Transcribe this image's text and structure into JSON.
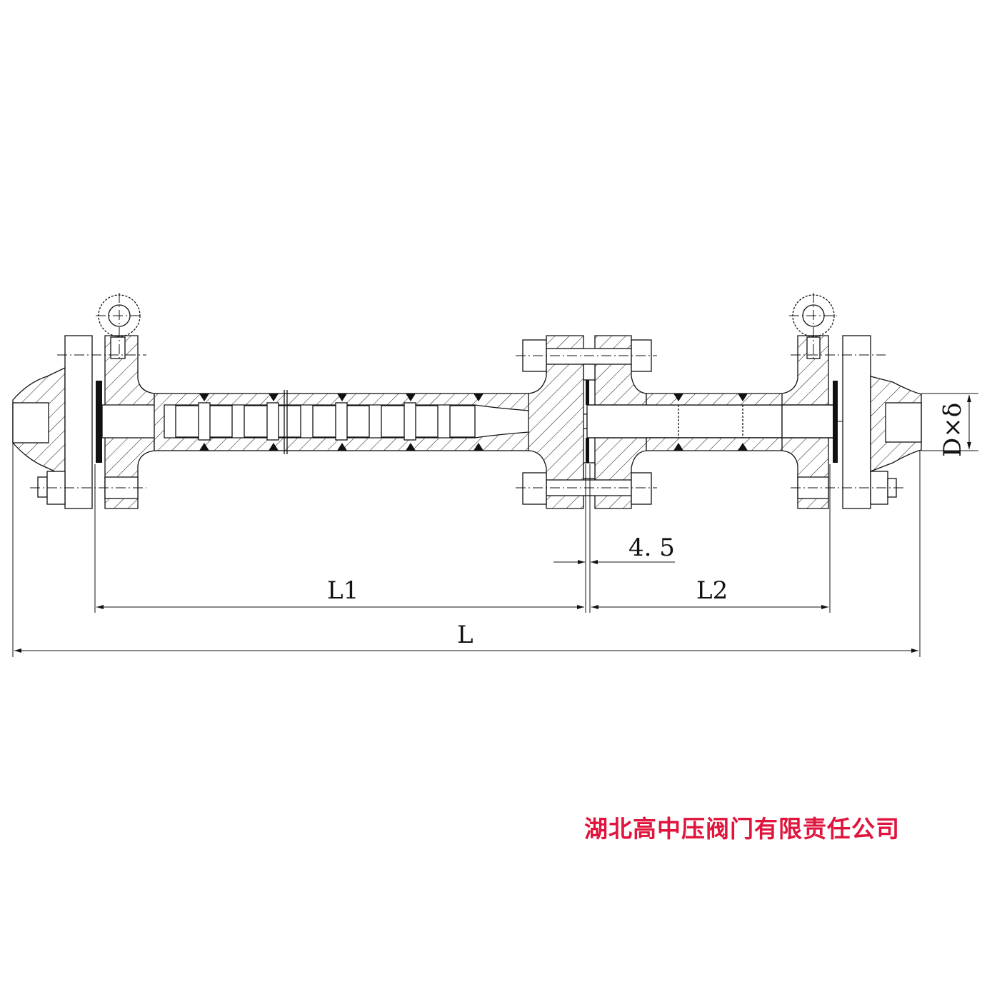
{
  "drawing": {
    "dimensions": {
      "gap": "4. 5",
      "l1": "L1",
      "l2": "L2",
      "l_total": "L",
      "pipe_size": "D×δ"
    },
    "company": "湖北高中压阀门有限责任公司",
    "colors": {
      "line": "#111111",
      "company": "#e0143c"
    }
  }
}
